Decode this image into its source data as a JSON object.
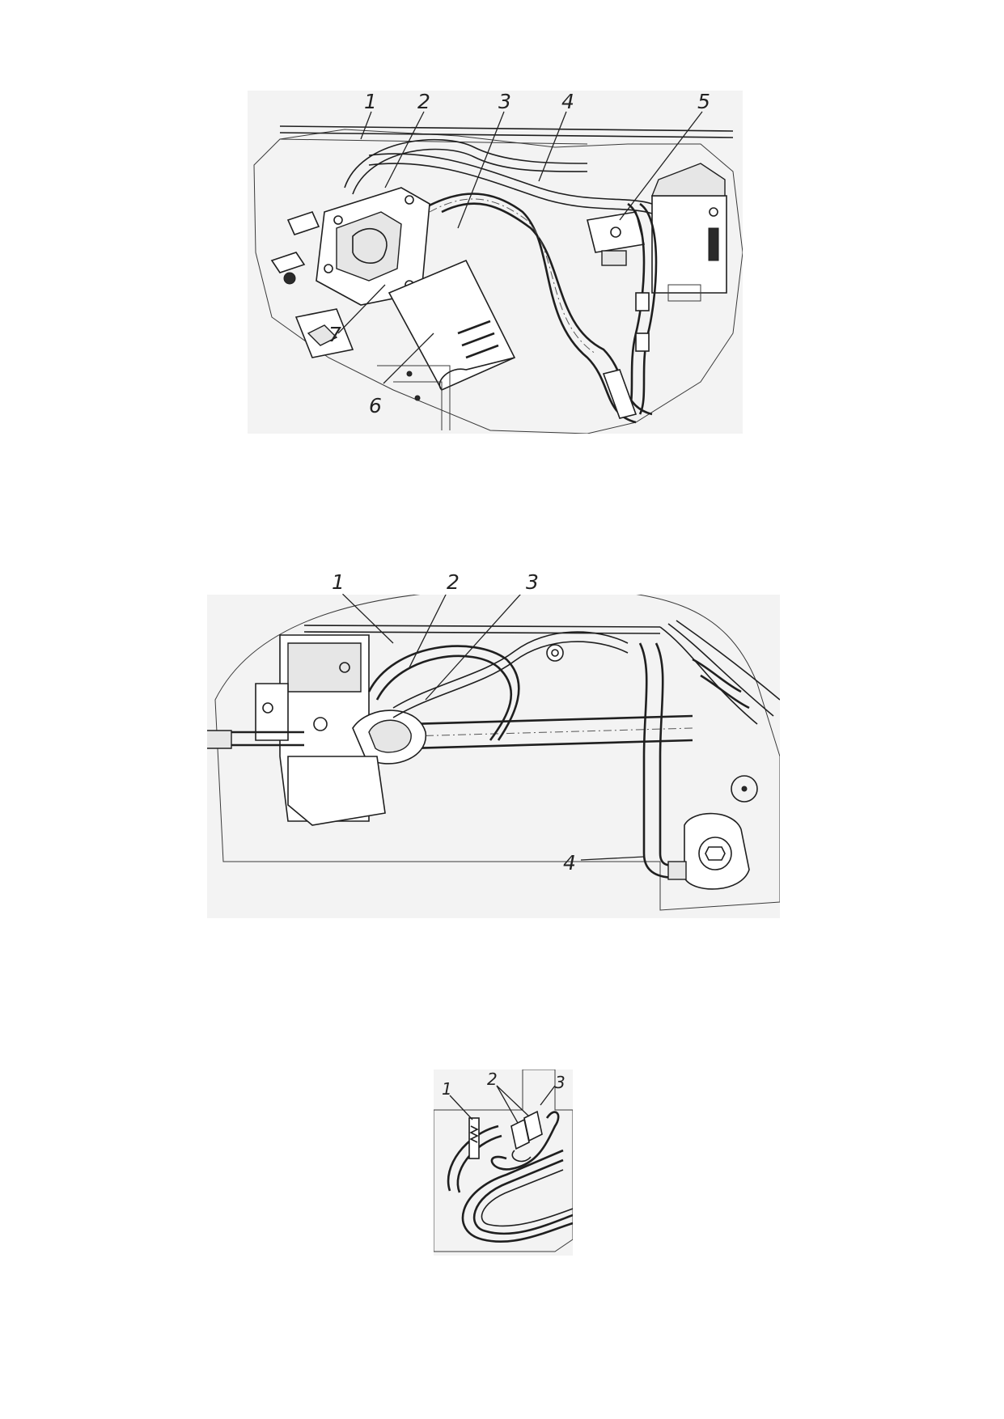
{
  "figures": [
    {
      "callouts": [
        "1",
        "2",
        "3",
        "4",
        "5",
        "6",
        "7"
      ]
    },
    {
      "callouts": [
        "1",
        "2",
        "3",
        "4"
      ]
    },
    {
      "callouts": [
        "1",
        "2",
        "3"
      ]
    }
  ]
}
